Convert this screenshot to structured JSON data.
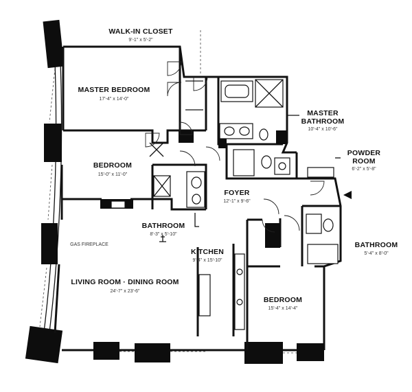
{
  "rooms": {
    "walk_in_closet": {
      "name": "WALK-IN CLOSET",
      "dims": "9'-1\" x 5'-2\""
    },
    "master_bedroom": {
      "name": "MASTER BEDROOM",
      "dims": "17'-4\" x 14'-0\""
    },
    "master_bathroom": {
      "name_line1": "MASTER",
      "name_line2": "BATHROOM",
      "dims": "10'-4\" x 10'-6\""
    },
    "bedroom_1": {
      "name": "BEDROOM",
      "dims": "15'-0\" x 11'-0\""
    },
    "powder_room": {
      "name_line1": "POWDER",
      "name_line2": "ROOM",
      "dims": "6'-2\" x 5'-8\""
    },
    "foyer": {
      "name": "FOYER",
      "dims": "12'-1\" x 9'-6\""
    },
    "bathroom_1": {
      "name": "BATHROOM",
      "dims": "8'-3\" x 5'-10\""
    },
    "bathroom_2": {
      "name": "BATHROOM",
      "dims": "5'-4\" x 8'-0\""
    },
    "kitchen": {
      "name": "KITCHEN",
      "dims": "9'-4\" x 15'-10\""
    },
    "living_dining": {
      "name": "LIVING ROOM · DINING ROOM",
      "dims": "24'-7\" x 23'-6\""
    },
    "bedroom_2": {
      "name": "BEDROOM",
      "dims": "15'-4\" x 14'-4\""
    }
  },
  "notes": {
    "gas_fireplace": "GAS FIREPLACE"
  },
  "colors": {
    "wall": "#111111",
    "background": "#ffffff"
  }
}
